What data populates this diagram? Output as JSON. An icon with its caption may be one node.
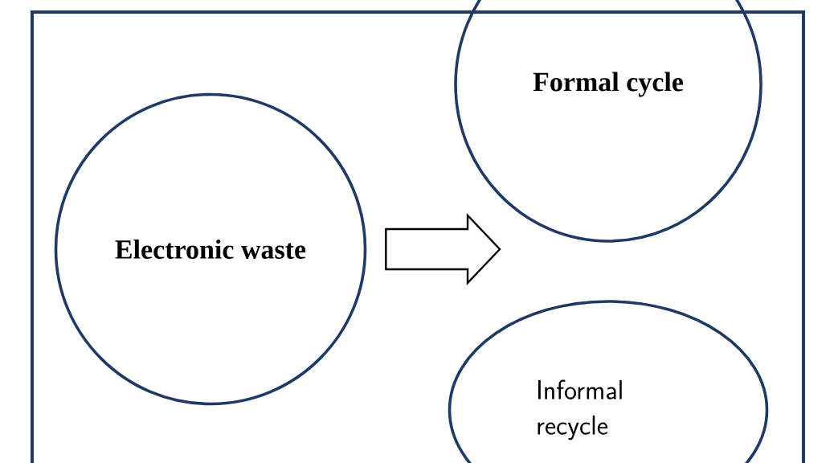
{
  "diagram": {
    "nodes": [
      {
        "text": [
          "Electronic waste"
        ]
      },
      {
        "text": [
          "Formal cycle"
        ]
      },
      {
        "text": [
          "Informal recycle"
        ]
      }
    ],
    "edges": [
      {
        "from": 0,
        "to": 1,
        "arrow": "to"
      },
      {
        "from": 0,
        "to": 2,
        "arrow": "to"
      }
    ]
  }
}
